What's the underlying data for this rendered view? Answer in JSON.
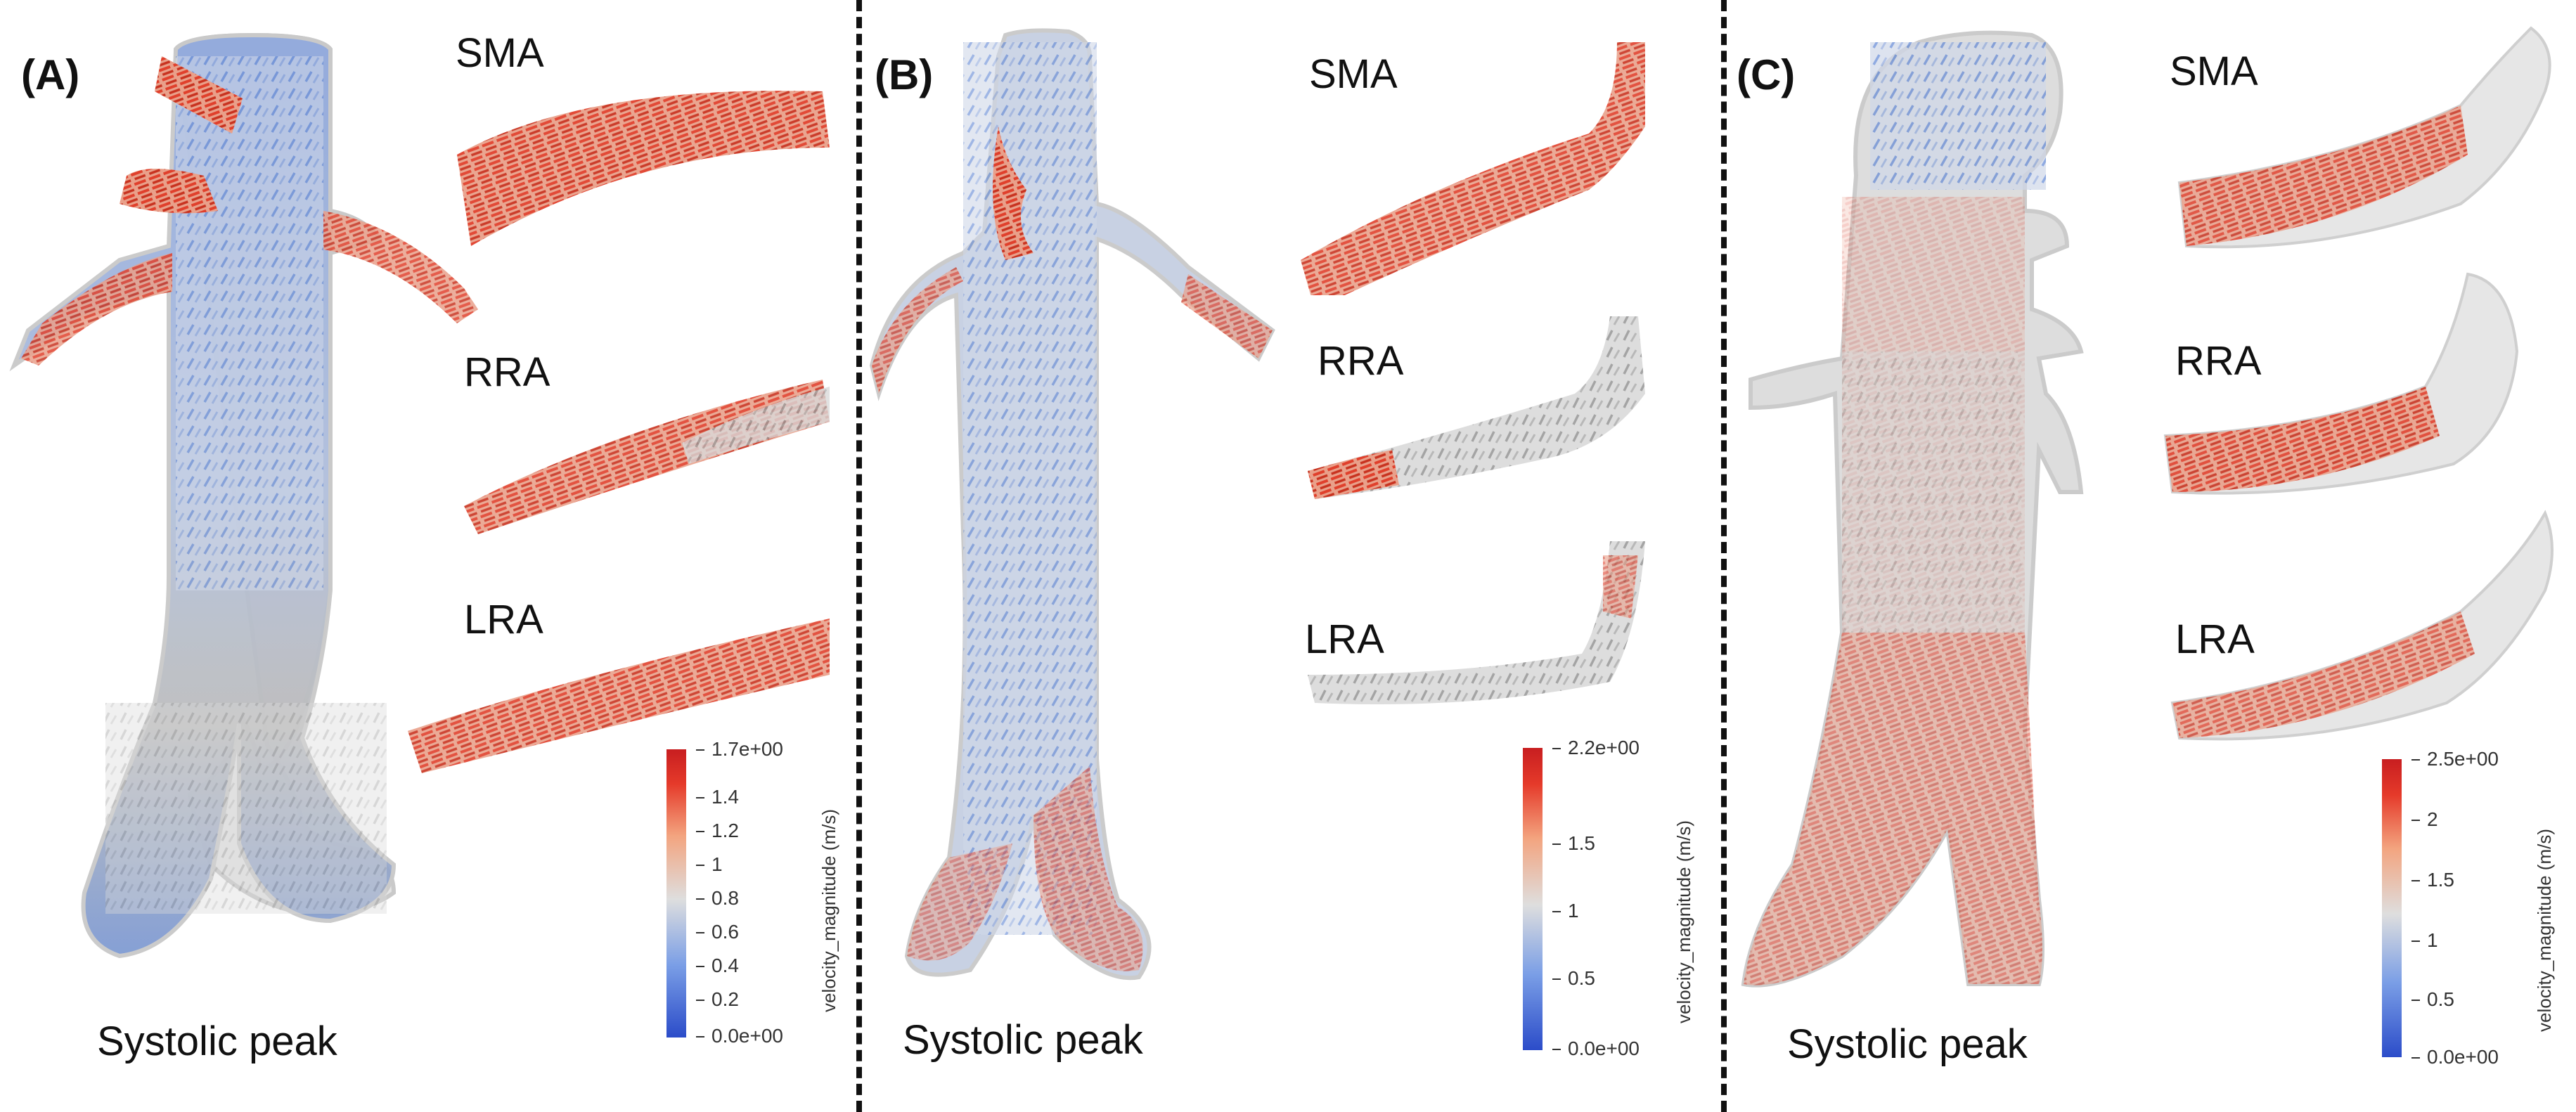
{
  "panels": [
    {
      "label": "(A)",
      "caption": "Systolic peak",
      "vessels": [
        "SMA",
        "RRA",
        "LRA"
      ],
      "colorbar": {
        "title": "velocity_magnitude  (m/s)",
        "min_label": "0.0e+00",
        "max_label": "1.7e+00",
        "ticks": [
          "1.4",
          "1.2",
          "1",
          "0.8",
          "0.6",
          "0.4",
          "0.2"
        ]
      }
    },
    {
      "label": "(B)",
      "caption": "Systolic peak",
      "vessels": [
        "SMA",
        "RRA",
        "LRA"
      ],
      "colorbar": {
        "title": "velocity_magnitude  (m/s)",
        "min_label": "0.0e+00",
        "max_label": "2.2e+00",
        "ticks": [
          "1.5",
          "1",
          "0.5"
        ]
      }
    },
    {
      "label": "(C)",
      "caption": "Systolic peak",
      "vessels": [
        "SMA",
        "RRA",
        "LRA"
      ],
      "colorbar": {
        "title": "velocity_magnitude  (m/s)",
        "min_label": "0.0e+00",
        "max_label": "2.5e+00",
        "ticks": [
          "2",
          "1.5",
          "1",
          "0.5"
        ]
      }
    }
  ],
  "colors": {
    "low": "#2b4cc9",
    "mid": "#dedede",
    "high": "#c81e20",
    "vessel_wall": "#d6d6d6"
  }
}
